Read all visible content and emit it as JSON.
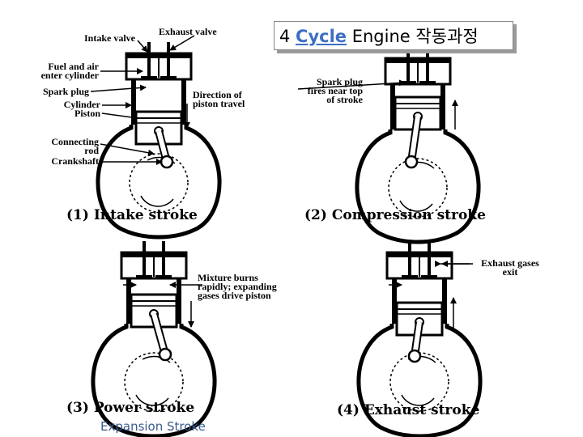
{
  "title": {
    "prefix": "4 ",
    "highlight": "Cycle",
    "suffix": " Engine 작동과정"
  },
  "labels": {
    "intake_valve": "Intake valve",
    "exhaust_valve": "Exhaust valve",
    "fuel_air": "Fuel and air\nenter cylinder",
    "spark_plug": "Spark plug",
    "cylinder": "Cylinder",
    "piston": "Piston",
    "connecting_rod": "Connecting\nrod",
    "crankshaft": "Crankshaft",
    "direction": "Direction of\npiston travel",
    "spark_fires": "Spark plug\nfires near top\nof stroke",
    "mixture_burns": "Mixture burns\nrapidly; expanding\ngases drive piston",
    "exhaust_exit": "Exhaust gases\nexit"
  },
  "captions": {
    "intake": "(1) Intake stroke",
    "compression": "(2) Compression stroke",
    "power": "(3) Power stroke",
    "exhaust": "(4) Exhaust stroke"
  },
  "subcaption": "Expansion Stroke",
  "colors": {
    "title_highlight": "#3e6fc4",
    "subcaption": "#3b5b8f",
    "shadow": "#9a9a9a"
  }
}
